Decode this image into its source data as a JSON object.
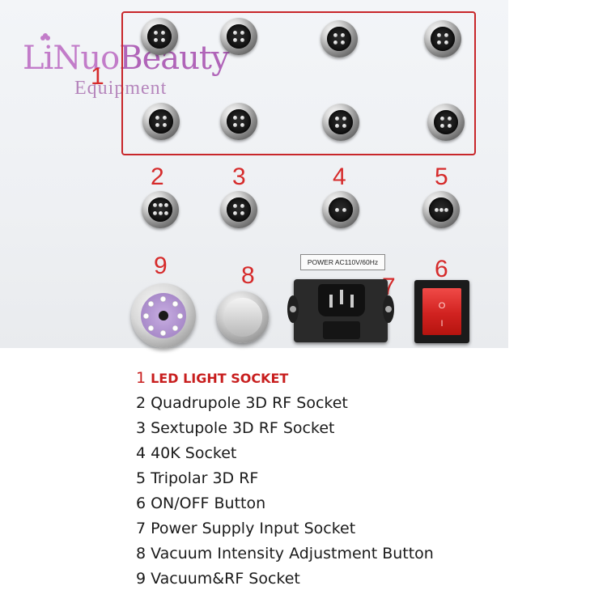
{
  "brand": {
    "logo_main_1": "LiNuo",
    "logo_main_2": "Beauty",
    "logo_sub": "Equipment",
    "colors": {
      "logo": "#c27cc9",
      "accent_red": "#d62b2b"
    }
  },
  "panel": {
    "callouts": [
      "1",
      "2",
      "3",
      "4",
      "5",
      "6",
      "7",
      "8",
      "9"
    ],
    "power_label": "POWER AC110V/60Hz",
    "rocker_on": "I",
    "rocker_off": "O"
  },
  "legend": [
    {
      "n": "1",
      "text": "LED  LIGHT SOCKET"
    },
    {
      "n": "2",
      "text": "Quadrupole 3D RF Socket"
    },
    {
      "n": "3",
      "text": "Sextupole 3D RF Socket"
    },
    {
      "n": "4",
      "text": "40K Socket"
    },
    {
      "n": "5",
      "text": "Tripolar 3D RF"
    },
    {
      "n": "6",
      "text": "ON/OFF Button"
    },
    {
      "n": "7",
      "text": "Power Supply Input Socket"
    },
    {
      "n": "8",
      "text": "Vacuum Intensity Adjustment Button"
    },
    {
      "n": "9",
      "text": "Vacuum&RF Socket"
    }
  ]
}
